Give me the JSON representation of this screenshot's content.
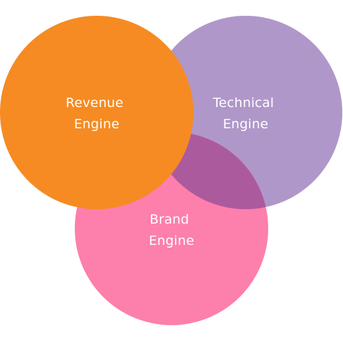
{
  "diagram": {
    "type": "venn",
    "colors": {
      "background": "#ffffff",
      "label": "#ffffff",
      "overlap_brand_technical": "#ac5a9e"
    },
    "circles": [
      {
        "id": "technical",
        "label_lines": [
          "Technical",
          "Engine"
        ],
        "color": "#b097c9"
      },
      {
        "id": "brand",
        "label_lines": [
          "Brand",
          "Engine"
        ],
        "color": "#fd7fab"
      },
      {
        "id": "revenue",
        "label_lines": [
          "Revenue",
          "Engine"
        ],
        "color": "#f58b22"
      }
    ]
  }
}
